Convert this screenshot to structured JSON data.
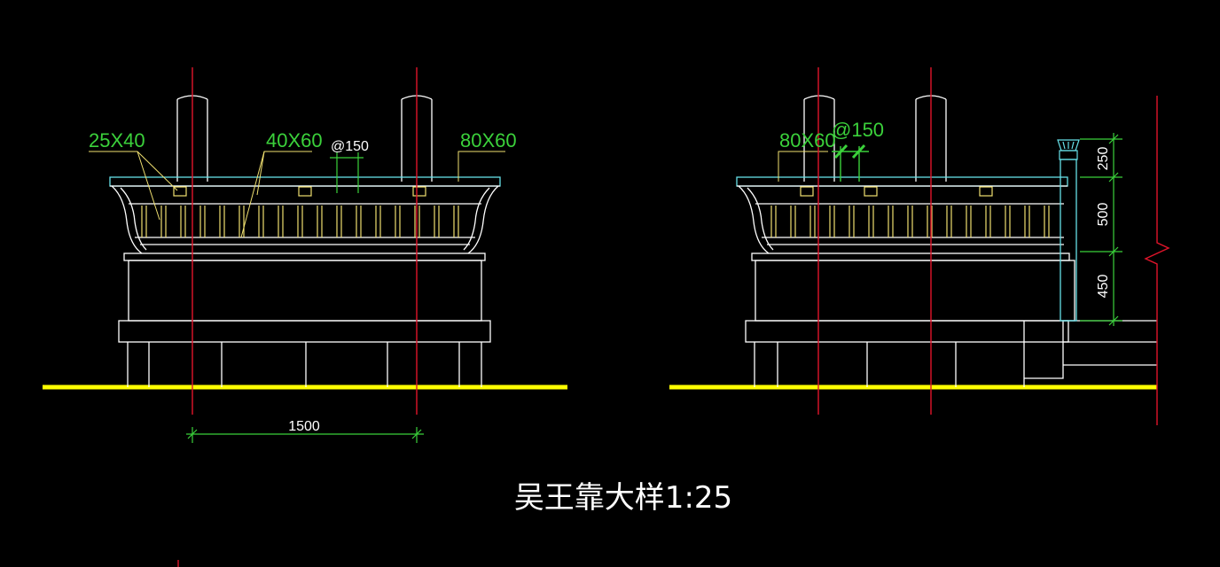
{
  "title": "吴王靠大样1:25",
  "left_view": {
    "labels": {
      "rail_small": "25X40",
      "rail_mid": "40X60",
      "spacing": "@150",
      "top_rail": "80X60"
    },
    "width_dimension": "1500"
  },
  "right_view": {
    "labels": {
      "top_rail": "80X60",
      "spacing": "@150"
    },
    "height_dimensions": [
      "250",
      "500",
      "450"
    ]
  },
  "colors": {
    "background": "#000000",
    "outline": "#ffffff",
    "centerline": "#e0142a",
    "ground": "#ffff00",
    "label": "#3bd13b",
    "dimension": "#3bd13b",
    "balusters": "#f0e070",
    "rail_cap": "#66e0e8"
  }
}
